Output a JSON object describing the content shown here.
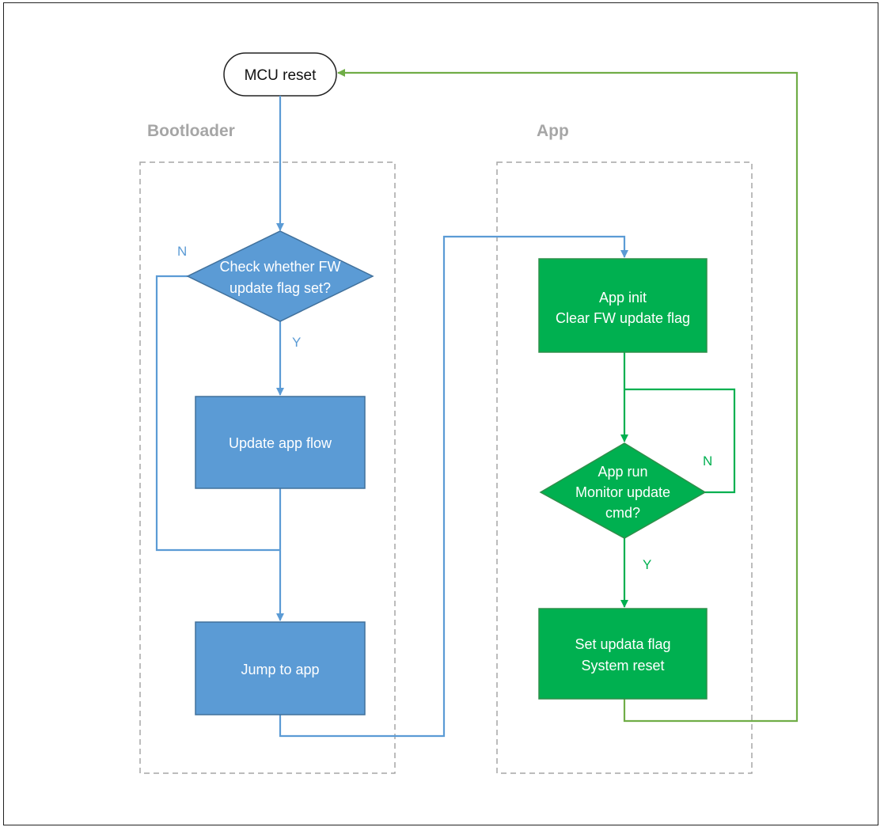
{
  "nodes": {
    "start": {
      "label": "MCU reset"
    },
    "check_flag": {
      "line1": "Check whether FW",
      "line2": "update flag set?"
    },
    "update_app": {
      "label": "Update app flow"
    },
    "jump_app": {
      "label": "Jump to app"
    },
    "app_init": {
      "line1": "App init",
      "line2": "Clear FW update flag"
    },
    "app_run": {
      "line1": "App run",
      "line2": "Monitor update",
      "line3": "cmd?"
    },
    "set_flag": {
      "line1": "Set updata flag",
      "line2": "System reset"
    }
  },
  "groups": {
    "bootloader": {
      "label": "Bootloader"
    },
    "app": {
      "label": "App"
    }
  },
  "edge_labels": {
    "boot_no": "N",
    "boot_yes": "Y",
    "app_no": "N",
    "app_yes": "Y"
  },
  "colors": {
    "bootloader": "#5b9bd5",
    "app": "#00b050",
    "return_line": "#70ad47",
    "group_border": "#a6a6a6",
    "group_title": "#a6a6a6"
  }
}
